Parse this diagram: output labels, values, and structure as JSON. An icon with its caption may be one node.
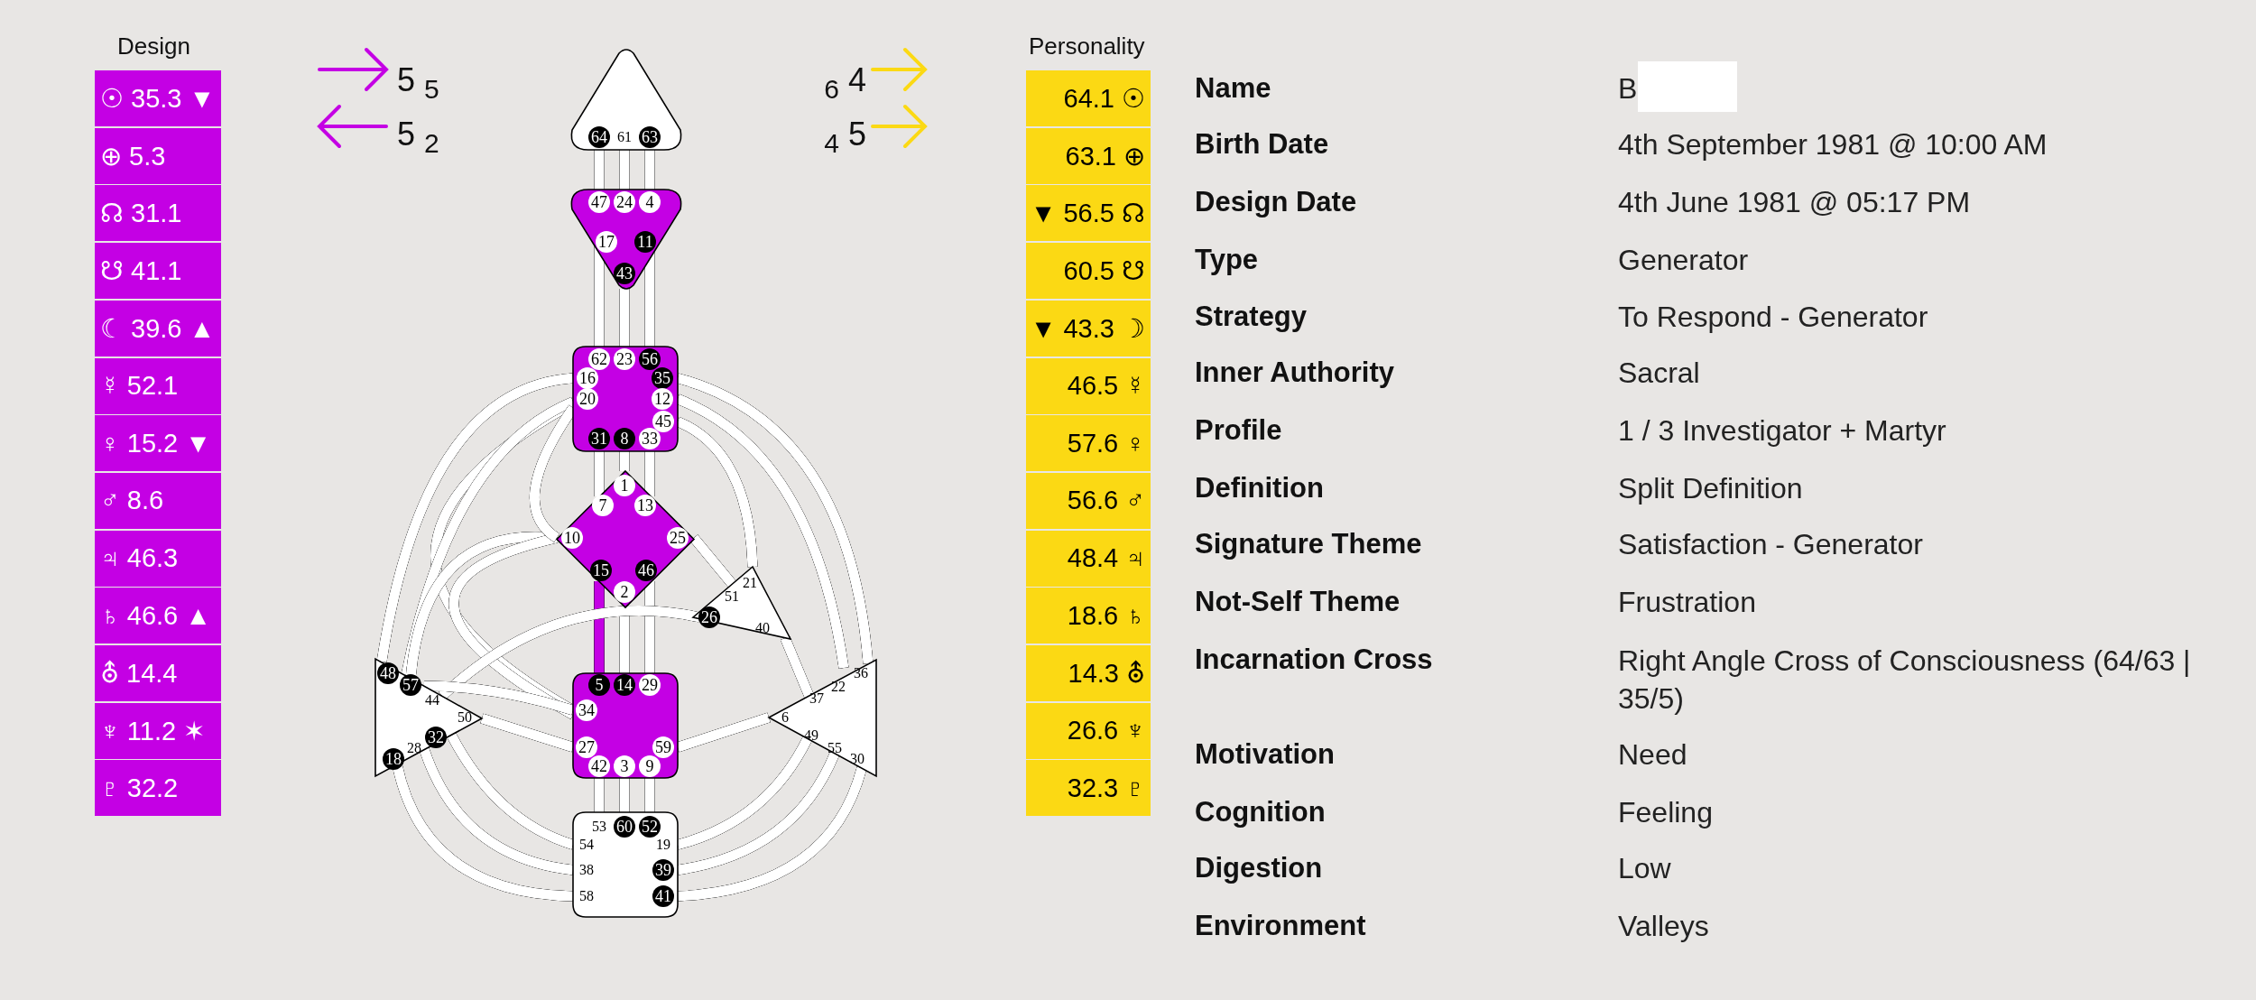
{
  "diagram": {
    "nodes": [
      {
        "text": [
          "64",
          "61",
          "63"
        ]
      },
      {
        "text": [
          "47",
          "24",
          "4",
          "17",
          "11",
          "43"
        ]
      },
      {
        "text": [
          "62",
          "23",
          "56",
          "16",
          "35",
          "20",
          "12",
          "45",
          "31",
          "8",
          "33"
        ]
      },
      {
        "text": [
          "1",
          "7",
          "13",
          "10",
          "25",
          "15",
          "46",
          "2"
        ]
      },
      {
        "text": [
          "21",
          "51",
          "26",
          "40"
        ]
      },
      {
        "text": [
          "48",
          "57",
          "44",
          "50",
          "32",
          "28",
          "18"
        ]
      },
      {
        "text": [
          "5",
          "14",
          "29",
          "34",
          "27",
          "59",
          "42",
          "3",
          "9"
        ]
      },
      {
        "text": [
          "36",
          "22",
          "37",
          "6",
          "49",
          "55",
          "30"
        ]
      },
      {
        "text": [
          "53",
          "60",
          "52",
          "54",
          "19",
          "38",
          "39",
          "58",
          "41"
        ]
      }
    ],
    "edges": [
      {
        "from": 0,
        "to": 1,
        "arrow": "none"
      },
      {
        "from": 0,
        "to": 1,
        "arrow": "none"
      },
      {
        "from": 0,
        "to": 1,
        "arrow": "none"
      },
      {
        "from": 1,
        "to": 2,
        "arrow": "none"
      },
      {
        "from": 1,
        "to": 2,
        "arrow": "none"
      },
      {
        "from": 1,
        "to": 2,
        "arrow": "none"
      },
      {
        "from": 2,
        "to": 3,
        "arrow": "none"
      },
      {
        "from": 2,
        "to": 3,
        "arrow": "none"
      },
      {
        "from": 2,
        "to": 3,
        "arrow": "none"
      },
      {
        "from": 2,
        "to": 6,
        "arrow": "none"
      },
      {
        "from": 2,
        "to": 5,
        "arrow": "none"
      },
      {
        "from": 2,
        "to": 5,
        "arrow": "none"
      },
      {
        "from": 2,
        "to": 4,
        "arrow": "none"
      },
      {
        "from": 2,
        "to": 7,
        "arrow": "none"
      },
      {
        "from": 2,
        "to": 7,
        "arrow": "none"
      },
      {
        "from": 3,
        "to": 6,
        "arrow": "none",
        "color": "#c400e4"
      },
      {
        "from": 3,
        "to": 6,
        "arrow": "none"
      },
      {
        "from": 3,
        "to": 6,
        "arrow": "none"
      },
      {
        "from": 3,
        "to": 4,
        "arrow": "none"
      },
      {
        "from": 3,
        "to": 5,
        "arrow": "none"
      },
      {
        "from": 3,
        "to": 6,
        "arrow": "none"
      },
      {
        "from": 3,
        "to": 2,
        "arrow": "none"
      },
      {
        "from": 4,
        "to": 5,
        "arrow": "none"
      },
      {
        "from": 4,
        "to": 7,
        "arrow": "none"
      },
      {
        "from": 6,
        "to": 5,
        "arrow": "none"
      },
      {
        "from": 6,
        "to": 5,
        "arrow": "none"
      },
      {
        "from": 6,
        "to": 7,
        "arrow": "none"
      },
      {
        "from": 6,
        "to": 8,
        "arrow": "none"
      },
      {
        "from": 6,
        "to": 8,
        "arrow": "none"
      },
      {
        "from": 6,
        "to": 8,
        "arrow": "none"
      },
      {
        "from": 5,
        "to": 8,
        "arrow": "none"
      },
      {
        "from": 5,
        "to": 8,
        "arrow": "none"
      },
      {
        "from": 5,
        "to": 8,
        "arrow": "none"
      },
      {
        "from": 7,
        "to": 8,
        "arrow": "none"
      },
      {
        "from": 7,
        "to": 8,
        "arrow": "none"
      },
      {
        "from": 7,
        "to": 8,
        "arrow": "none"
      }
    ],
    "labels": [
      "Design",
      "☉ 35.3 ▼",
      "⊕ 5.3",
      "☊ 31.1",
      "☋ 41.1",
      "☾ 39.6 ▲",
      "☿ 52.1",
      "♀ 15.2 ▼",
      "♂ 8.6",
      "♃ 46.3",
      "♄ 46.6 ▲",
      "⛢ 14.4",
      "♆ 11.2 ✶",
      "♇ 32.2",
      "Personality",
      "64.1 ☉",
      "63.1 ⊕",
      "▼ 56.5 ☊",
      "60.5 ☋",
      "▼ 43.3 ☽",
      "46.5 ☿",
      "57.6 ♀",
      "56.6 ♂",
      "48.4 ♃",
      "18.6 ♄",
      "14.3 ⛢",
      "26.6 ♆",
      "32.3 ♇",
      "5 $_{5}$",
      "5 $_{2}$",
      "$_{6}$ 4",
      "$_{4}$ 5",
      "Name",
      "B",
      "Birth Date",
      "4th September 1981 @ 10:00 AM",
      "Design Date",
      "4th June 1981 @ 05:17 PM",
      "Type",
      "Generator",
      "Strategy",
      "To Respond - Generator",
      "Inner Authority",
      "Sacral",
      "Profile",
      "1 / 3 Investigator + Martyr",
      "Definition",
      "Split Definition",
      "Signature Theme",
      "Satisfaction - Generator",
      "Not-Self Theme",
      "Frustration",
      "Incarnation Cross",
      "Right Angle Cross of Consciousness (64/63 | 35/5)",
      "Motivation",
      "Need",
      "Cognition",
      "Feeling",
      "Digestion",
      "Low",
      "Environment",
      "Valleys"
    ]
  }
}
